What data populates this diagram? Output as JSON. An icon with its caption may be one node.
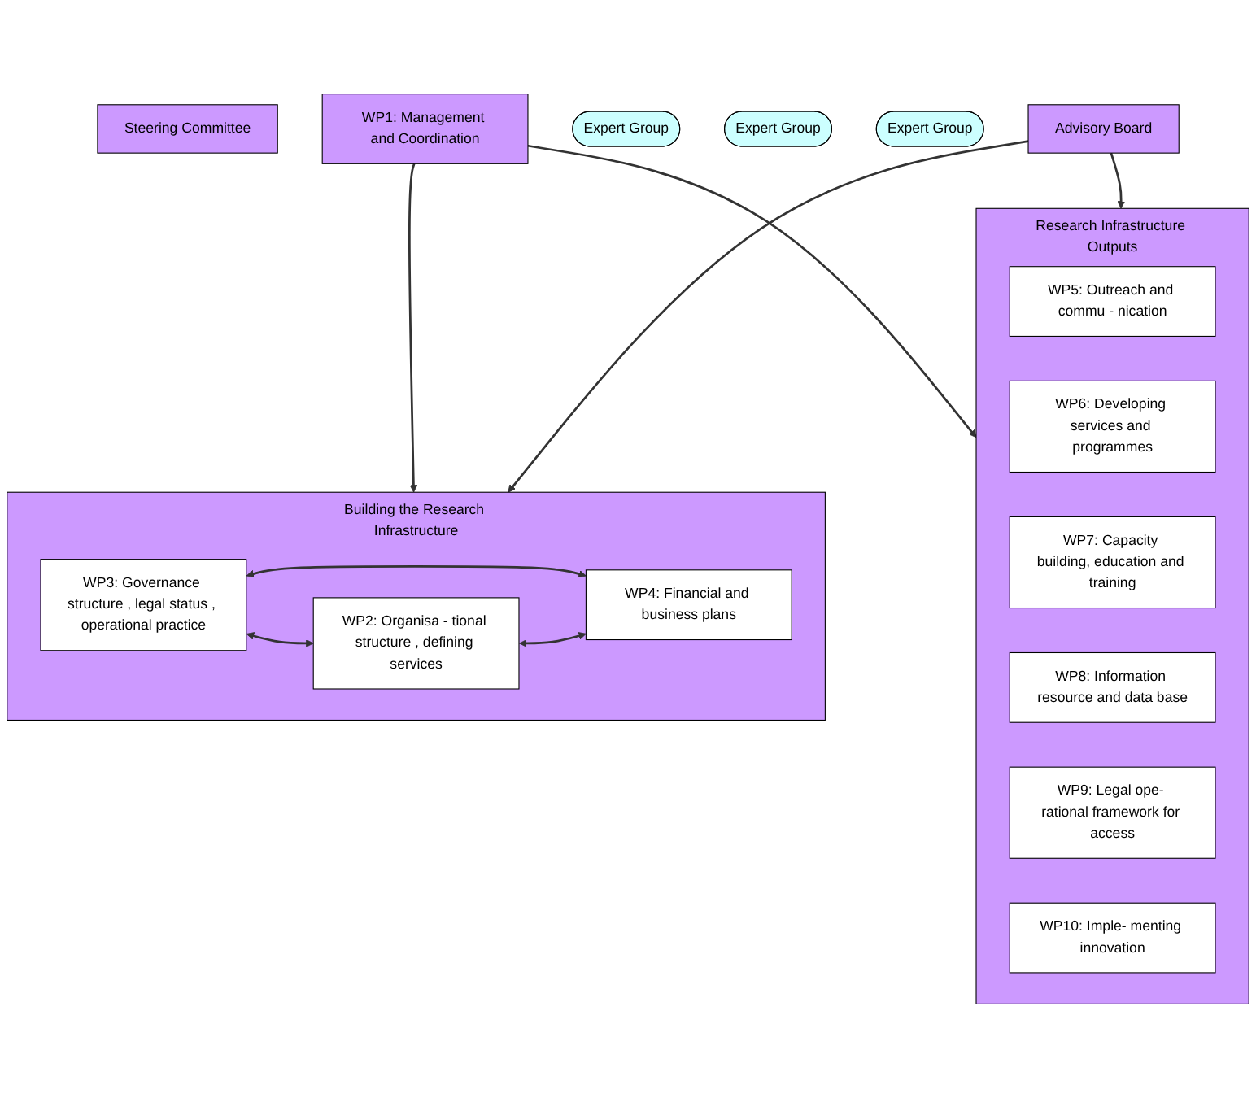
{
  "diagram": {
    "nodes": [
      {
        "text": [
          "Steering Committee"
        ]
      },
      {
        "text": [
          "WP1: Management and Coordination"
        ]
      },
      {
        "text": [
          "Building the Research Infrastructure"
        ]
      },
      {
        "text": [
          "WP3: Governance structure , legal status , operational practice"
        ],
        "in": 2
      },
      {
        "text": [
          "WP2: Organisa - tional structure , defining services"
        ],
        "in": 2
      },
      {
        "text": [
          "WP4: Financial and business plans"
        ],
        "in": 2
      },
      {
        "text": [
          "Expert Group"
        ]
      },
      {
        "text": [
          "Expert Group"
        ]
      },
      {
        "text": [
          "Expert Group"
        ]
      },
      {
        "text": [
          "Research Infrastructure Outputs"
        ]
      },
      {
        "text": [
          "WP5: Outreach and commu - nication"
        ],
        "in": 9
      },
      {
        "text": [
          "WP6: Developing services and programmes"
        ],
        "in": 9
      },
      {
        "text": [
          "WP7: Capacity building, education and training"
        ],
        "in": 9
      },
      {
        "text": [
          "WP8: Information resource and data base"
        ],
        "in": 9
      },
      {
        "text": [
          "WP9: Legal ope- rational framework for access"
        ],
        "in": 9
      },
      {
        "text": [
          "WP10: Imple- menting innovation"
        ],
        "in": 9
      },
      {
        "text": [
          "Advisory Board"
        ]
      }
    ],
    "edges": [
      {
        "from": 1,
        "to": 2,
        "arrow": "to"
      },
      {
        "from": 1,
        "to": 9,
        "arrow": "to"
      },
      {
        "from": 16,
        "to": 2,
        "arrow": "to"
      },
      {
        "from": 16,
        "to": 9,
        "arrow": "to"
      },
      {
        "from": 3,
        "to": 4,
        "arrow": "both"
      },
      {
        "from": 3,
        "to": 5,
        "arrow": "both"
      },
      {
        "from": 4,
        "to": 5,
        "arrow": "both"
      }
    ]
  }
}
